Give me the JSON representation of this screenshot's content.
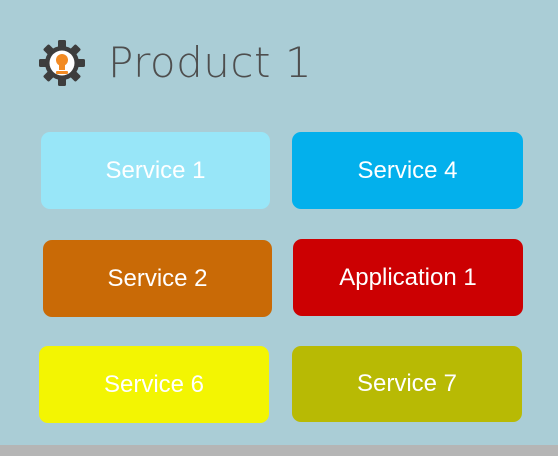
{
  "header": {
    "icon": "gear-lightbulb-icon",
    "title": "Product 1"
  },
  "colors": {
    "background": "#aacdd6",
    "title_text": "#4e4e4e"
  },
  "tiles": [
    {
      "label": "Service 1",
      "fill": "#98e6f8",
      "text_color": "#ffffff"
    },
    {
      "label": "Service 4",
      "fill": "#03b0ec",
      "text_color": "#ffffff"
    },
    {
      "label": "Service 2",
      "fill": "#c96a06",
      "text_color": "#ffffff"
    },
    {
      "label": "Application 1",
      "fill": "#cc0002",
      "text_color": "#ffffff"
    },
    {
      "label": "Service 6",
      "fill": "#f3f502",
      "text_color": "#ffffff"
    },
    {
      "label": "Service 7",
      "fill": "#b8ba04",
      "text_color": "#ffffff"
    }
  ]
}
